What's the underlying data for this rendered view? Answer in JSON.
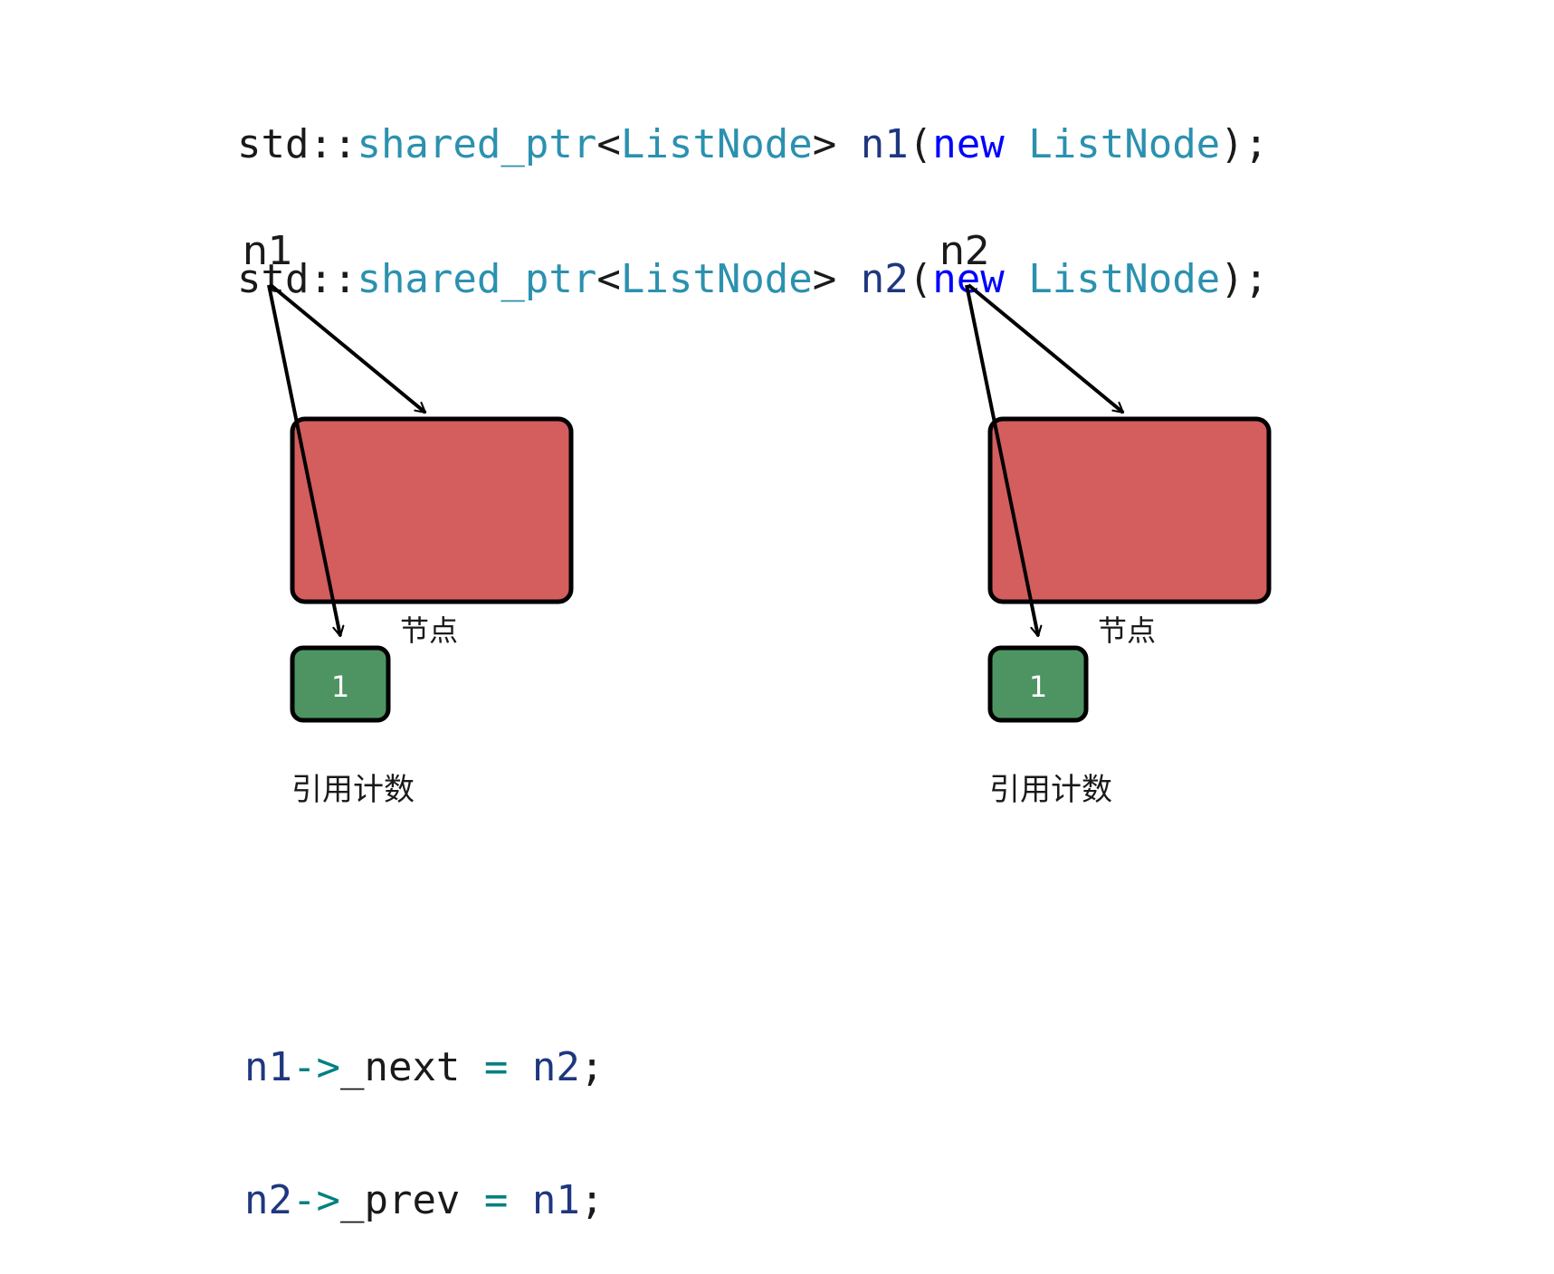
{
  "code_top": {
    "line1": {
      "ns": "std::",
      "type": "shared_ptr",
      "lt": "<",
      "tmpl": "ListNode",
      "gt": ">",
      "space": " ",
      "var": "n1",
      "open": "(",
      "kw": "new",
      "space2": " ",
      "ctor": "ListNode",
      "close": ");"
    },
    "line2": {
      "ns": "std::",
      "type": "shared_ptr",
      "lt": "<",
      "tmpl": "ListNode",
      "gt": ">",
      "space": " ",
      "var": "n2",
      "open": "(",
      "kw": "new",
      "space2": " ",
      "ctor": "ListNode",
      "close": ");"
    }
  },
  "diagram": {
    "left": {
      "pointer_label": "n1",
      "node_label": "节点",
      "count_value": "1",
      "count_label": "引用计数"
    },
    "right": {
      "pointer_label": "n2",
      "node_label": "节点",
      "count_value": "1",
      "count_label": "引用计数"
    },
    "colors": {
      "node_fill": "#d45d5d",
      "count_fill": "#4e9462",
      "stroke": "#000000"
    }
  },
  "code_bottom": {
    "line1": {
      "obj": "n1",
      "arrow": "->",
      "member": "_next",
      "eq": " = ",
      "val": "n2",
      "semi": ";"
    },
    "line2": {
      "obj": "n2",
      "arrow": "->",
      "member": "_prev",
      "eq": " = ",
      "val": "n1",
      "semi": ";"
    }
  }
}
